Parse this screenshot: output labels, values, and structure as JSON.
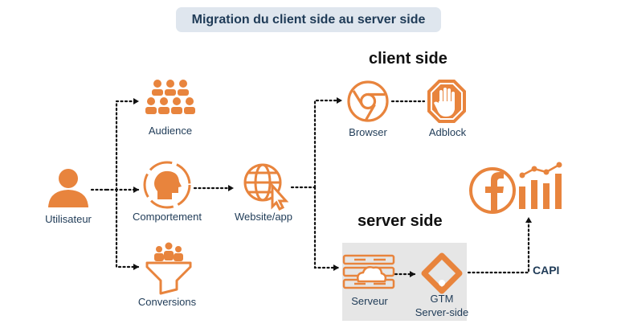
{
  "title": "Migration du client side au server side",
  "headings": {
    "client_side": "client side",
    "server_side": "server side"
  },
  "nodes": {
    "utilisateur": "Utilisateur",
    "audience": "Audience",
    "comportement": "Comportement",
    "conversions": "Conversions",
    "website": "Website/app",
    "browser": "Browser",
    "adblock": "Adblock",
    "serveur": "Serveur",
    "gtm_line1": "GTM",
    "gtm_line2": "Server-side",
    "capi": "CAPI"
  },
  "icons": {
    "utilisateur": "user-icon",
    "audience": "audience-group-icon",
    "comportement": "behavior-head-icon",
    "conversions": "conversion-funnel-icon",
    "website": "globe-cursor-icon",
    "browser": "chrome-browser-icon",
    "adblock": "adblock-hand-icon",
    "serveur": "server-cloud-icon",
    "gtm": "gtm-logo-icon",
    "facebook": "facebook-icon",
    "analytics": "analytics-chart-icon"
  },
  "colors": {
    "accent": "#e8843d",
    "text": "#1f3b57",
    "title_bg": "#dfe6ee",
    "server_bg": "#e6e6e6"
  }
}
